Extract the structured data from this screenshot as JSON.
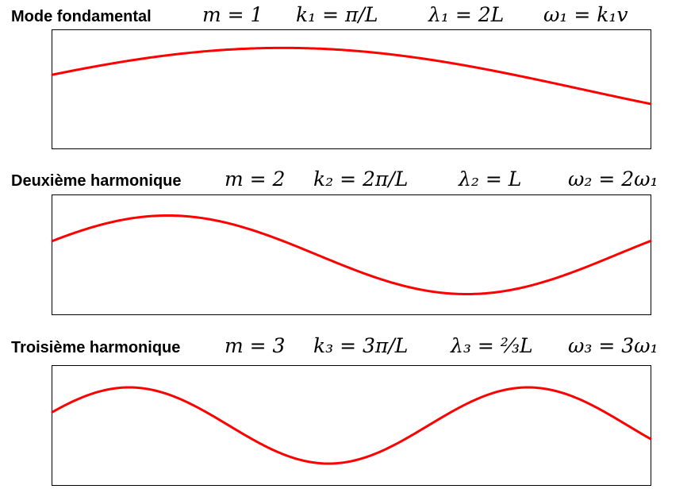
{
  "colors": {
    "wave": "#ff0000",
    "frame": "#000000"
  },
  "modes": [
    {
      "label": "Mode fondamental",
      "m": "m = 1",
      "k": "k₁ = π/L",
      "lambda": "λ₁ = 2L",
      "omega": "ω₁ = k₁v",
      "harmonic": 1
    },
    {
      "label": "Deuxième harmonique",
      "m": "m = 2",
      "k": "k₂ = 2π/L",
      "lambda": "λ₂ = L",
      "omega": "ω₂ = 2ω₁",
      "harmonic": 2
    },
    {
      "label": "Troisième harmonique",
      "m": "m = 3",
      "k": "k₃ = 3π/L",
      "lambda": "λ₃ = ⅔L",
      "omega": "ω₃ = 3ω₁",
      "harmonic": 3
    }
  ]
}
